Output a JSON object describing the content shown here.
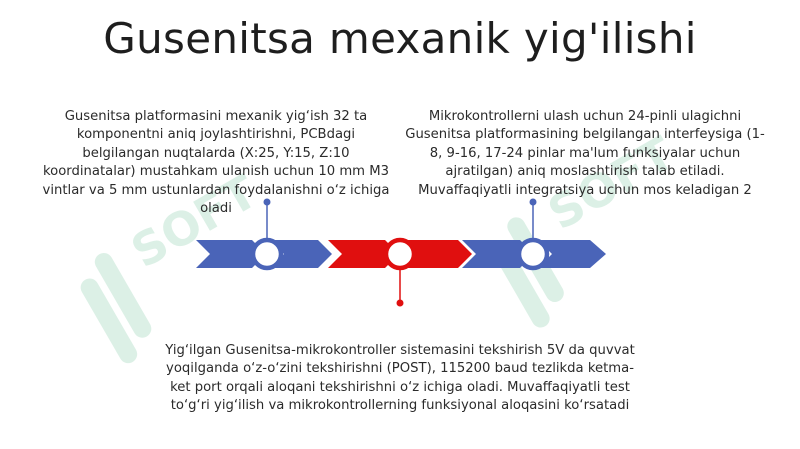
{
  "slide": {
    "title": "Gusenitsa mexanik yig'ilishi"
  },
  "milestones": [
    {
      "text": "Gusenitsa platformasini mexanik yig‘ish 32 ta komponentni aniq joylashtirishni, PCBdagi belgilangan nuqtalarda (X:25, Y:15, Z:10 koordinatalar) mustahkam ulanish uchun 10 mm M3 vintlar va 5 mm ustunlardan foydalanishni o‘z ichiga oladi",
      "color": "#4a64b8"
    },
    {
      "text": "Yig‘ilgan Gusenitsa-mikrokontroller sistemasini tekshirish 5V da quvvat yoqilganda o‘z-o‘zini tekshirishni (POST), 115200 baud tezlikda ketma-ket port orqali aloqani tekshirishni o‘z ichiga oladi. Muvaffaqiyatli test to‘g‘ri yig‘ilish va mikrokontrollerning funksiyonal aloqasini ko‘rsatadi",
      "color": "#e00f0f"
    },
    {
      "text": "Mikrokontrollerni ulash uchun 24-pinli ulagichni Gusenitsa platformasining belgilangan interfeysiga (1-8, 9-16, 17-24 pinlar ma'lum funksiyalar uchun ajratilgan) aniq moslashtirish talab etiladi. Muvaffaqiyatli integratsiya uchun mos keladigan 2",
      "color": "#4a64b8"
    }
  ],
  "colors": {
    "blue": "#4a64b8",
    "red": "#e00f0f",
    "watermark": "#2ea86a"
  }
}
